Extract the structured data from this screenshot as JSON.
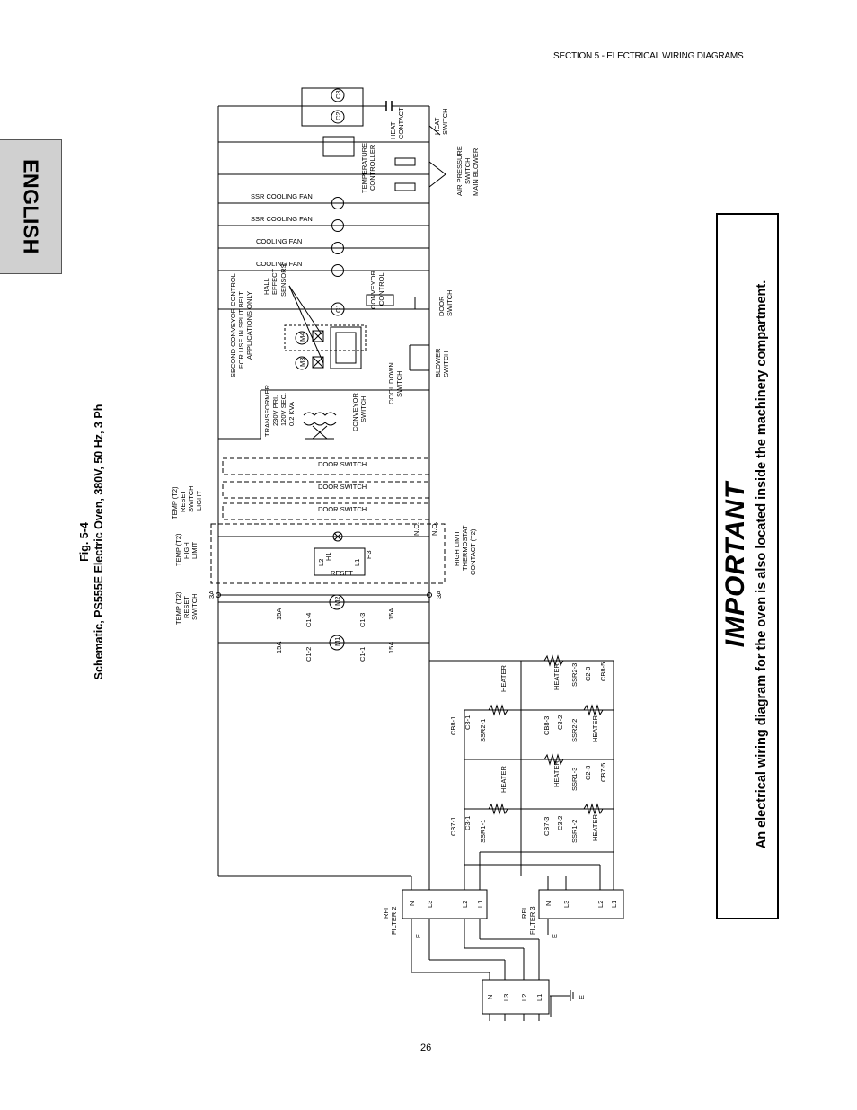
{
  "header": {
    "section": "SECTION 5 - ELECTRICAL WIRING DIAGRAMS"
  },
  "tab": {
    "label": "ENGLISH"
  },
  "figure": {
    "number": "Fig. 5-4",
    "title": "Schematic, PS555E Electric Oven, 380V, 50 Hz, 3 Ph"
  },
  "important": {
    "title": "IMPORTANT",
    "text": "An electrical wiring diagram for the oven is also located inside the machinery compartment."
  },
  "page_number": "26",
  "labels": {
    "heat_contact": [
      "HEAT",
      "CONTACT"
    ],
    "heat_switch": [
      "HEAT",
      "SWITCH"
    ],
    "temp_controller": [
      "TEMPERATURE",
      "CONTROLLER"
    ],
    "air_pressure": [
      "AIR PRESSURE",
      "SWITCH",
      "MAIN BLOWER"
    ],
    "ssr_fan_1": "SSR COOLING FAN",
    "ssr_fan_2": "SSR COOLING FAN",
    "cooling_fan_1": "COOLING FAN",
    "cooling_fan_2": "COOLING FAN",
    "second_conveyor": [
      "SECOND CONVEYOR CONTROL",
      "FOR USE IN SPLIT BELT",
      "APPLICATIONS ONLY"
    ],
    "hall": [
      "HALL",
      "EFFECT",
      "SENSORS"
    ],
    "conveyor_control": [
      "CONVEYOR",
      "CONTROL"
    ],
    "door_switch_v": [
      "DOOR",
      "SWITCH"
    ],
    "transformer": [
      "TRANSFORMER",
      "230V PRI.",
      "120V SEC.",
      "0.2 KVA"
    ],
    "conveyor_switch": [
      "CONVEYOR",
      "SWITCH"
    ],
    "cooldown": [
      "COOL DOWN",
      "SWITCH"
    ],
    "blower_switch": [
      "BLOWER",
      "SWITCH"
    ],
    "door_switch_1": "DOOR SWITCH",
    "door_switch_2": "DOOR SWITCH",
    "door_switch_3": "DOOR SWITCH",
    "reset_light": [
      "TEMP (T2)",
      "RESET",
      "SWITCH",
      "LIGHT"
    ],
    "high_limit": [
      "TEMP (T2)",
      "HIGH",
      "LIMIT"
    ],
    "reset_switch": [
      "TEMP (T2)",
      "RESET",
      "SWITCH"
    ],
    "high_limit_contact": [
      "HIGH LIMIT",
      "THERMOSTAT",
      "CONTACT (T2)"
    ],
    "nc": "N.C.",
    "no": "N.O.",
    "reset": "RESET",
    "fuse_3a": "3A",
    "fuse_15a": "15A",
    "c3": "C3",
    "c2": "C2",
    "c1": "C1",
    "m1": "M1",
    "m2": "M2",
    "m3": "M3",
    "m4": "M4",
    "c1_1": "C1-1",
    "c1_2": "C1-2",
    "c1_3": "C1-3",
    "c1_4": "C1-4",
    "l1": "L1",
    "l2": "L2",
    "h1": "H1",
    "h3": "H3",
    "heater": "HEATER",
    "cb8_1": "CB8-1",
    "cb8_3": "CB8-3",
    "cb8_5": "CB8-5",
    "cb7_1": "CB7-1",
    "cb7_3": "CB7-3",
    "cb7_5": "CB7-5",
    "c3_1": "C3-1",
    "c3_2": "C3-2",
    "c2_3": "C2-3",
    "ssr2_1": "SSR2-1",
    "ssr2_2": "SSR2-2",
    "ssr2_3": "SSR2-3",
    "ssr1_1": "SSR1-1",
    "ssr1_2": "SSR1-2",
    "ssr1_3": "SSR1-3",
    "rfi2": [
      "RFI",
      "FILTER 2"
    ],
    "rfi3": [
      "RFI",
      "FILTER 3"
    ],
    "n": "N",
    "l3": "L3",
    "e": "E"
  }
}
